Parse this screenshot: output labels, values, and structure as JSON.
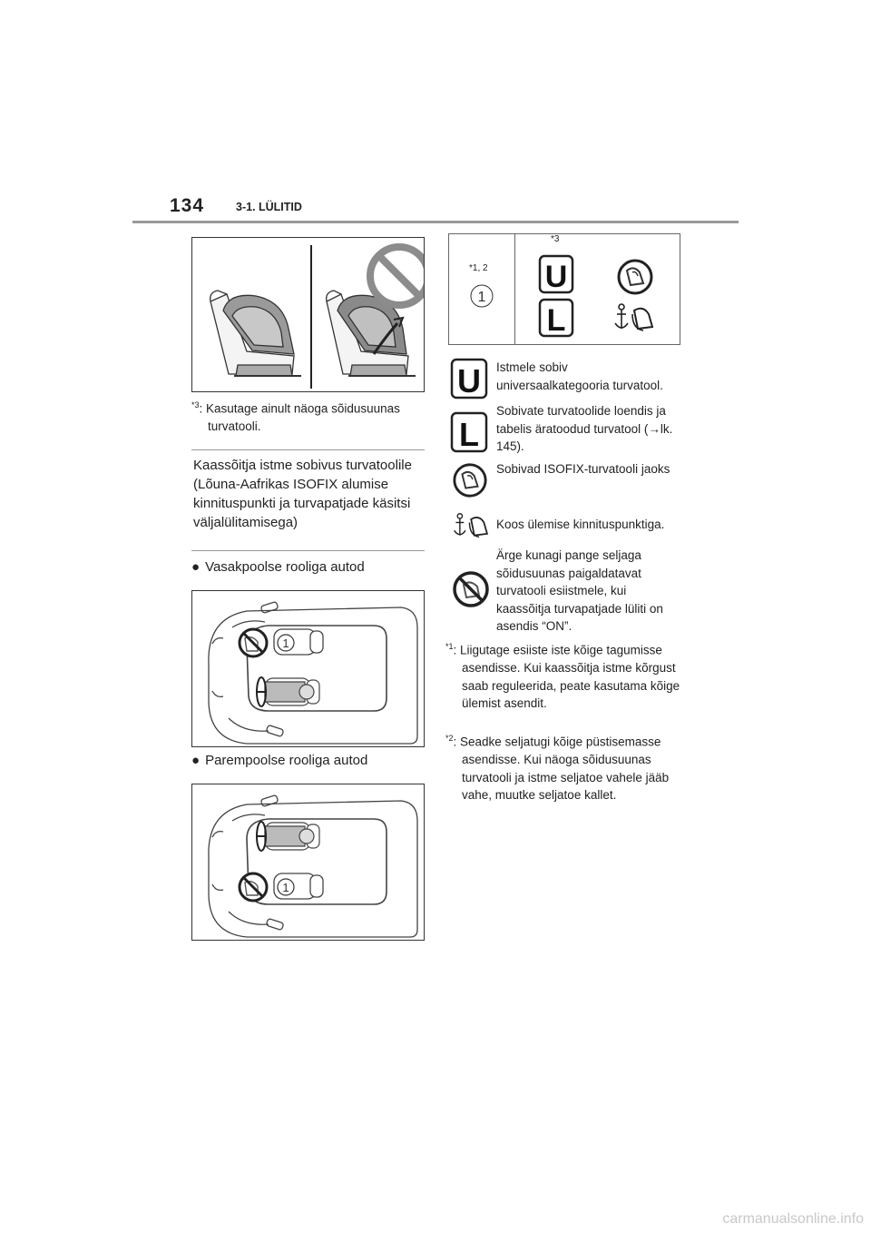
{
  "header": {
    "page_number": "134",
    "section": "3-1. LÜLITID"
  },
  "left": {
    "figure_note_mark": "*3",
    "figure_note_text": ": Kasutage ainult näoga sõidusuunas turvatooli.",
    "callout": "Kaassõitja istme sobivus turvatoolile (Lõuna-Aafrikas ISOFIX alumise kinnituspunkti ja turvapatjade käsitsi väljalülitamisega)",
    "bullet_left": "Vasakpoolse rooliga autod",
    "bullet_right": "Parempoolse rooliga autod",
    "seat_marker": "1"
  },
  "table": {
    "col1_label": "*1, 2",
    "col1_value": "1",
    "col2_label": "*3",
    "col2_letters": [
      "U",
      "L"
    ]
  },
  "legend": [
    {
      "icon": "universal-u-icon",
      "text": "Istmele sobiv universaalkategooria turvatool."
    },
    {
      "icon": "list-l-icon",
      "text": "Sobivate turvatoolide loendis ja tabelis äratoodud turvatool (→lk. 145)."
    },
    {
      "icon": "isofix-seat-icon",
      "text": "Sobivad ISOFIX-turvatooli jaoks"
    },
    {
      "icon": "anchor-tether-icon",
      "text": "Koos ülemise kinnituspunktiga."
    },
    {
      "icon": "no-rear-facing-icon",
      "text": "Ärge kunagi pange seljaga sõidusuunas paigaldatavat turvatooli esiistmele, kui kaassõitja turvapatjade lüliti on asendis “ON”."
    }
  ],
  "footnotes": [
    {
      "mark": "*1",
      "text": ": Liigutage esiiste iste kõige tagumisse asendisse. Kui kaassõitja istme kõrgust saab reguleerida, peate kasutama kõige ülemist asendit."
    },
    {
      "mark": "*2",
      "text": ": Seadke seljatugi kõige püstisemasse asendisse. Kui näoga sõidusuunas turvatooli ja istme seljatoe vahele jääb vahe, muutke seljatoe kallet."
    }
  ],
  "watermark": "carmanualsonline.info"
}
